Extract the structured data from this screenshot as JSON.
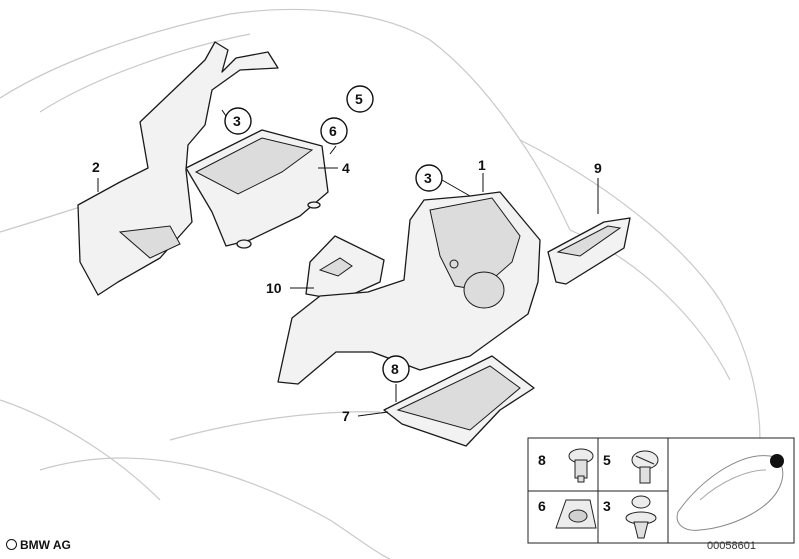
{
  "diagram": {
    "callouts": {
      "c1": "1",
      "c2": "2",
      "c3a": "3",
      "c3b": "3",
      "c4": "4",
      "c5": "5",
      "c6": "6",
      "c7": "7",
      "c8": "8",
      "c9": "9",
      "c10": "10"
    },
    "legend": {
      "l8": "8",
      "l5": "5",
      "l6": "6",
      "l3": "3"
    },
    "copyright": "BMW AG",
    "doc_number": "00058601"
  }
}
